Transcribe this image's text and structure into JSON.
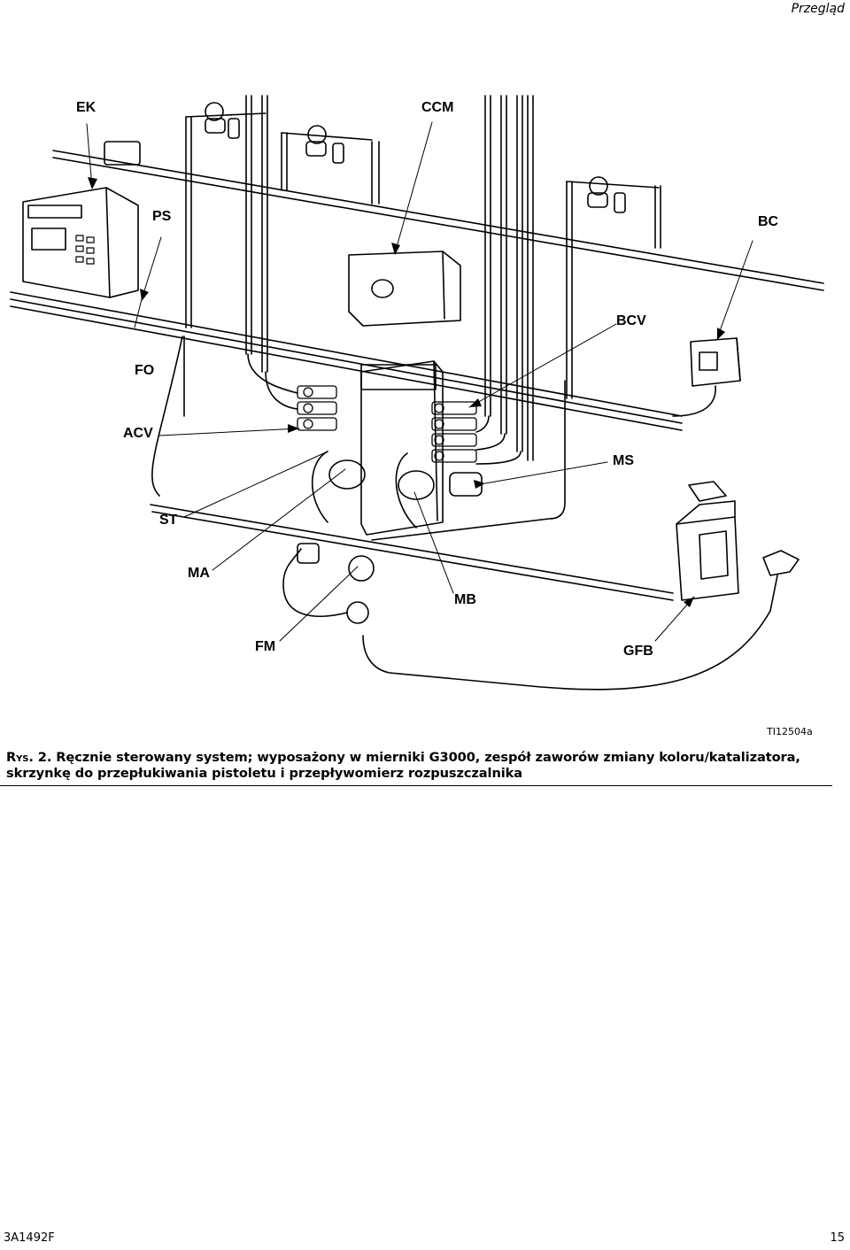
{
  "header": {
    "section_title": "Przegląd"
  },
  "figure": {
    "callouts": {
      "ek": "EK",
      "ccm": "CCM",
      "ps": "PS",
      "bc": "BC",
      "bcv": "BCV",
      "fo": "FO",
      "acv": "ACV",
      "ms": "MS",
      "st": "ST",
      "ma": "MA",
      "mb": "MB",
      "fm": "FM",
      "gfb": "GFB"
    },
    "figure_id": "TI12504a",
    "caption": {
      "prefix": "Rys. 2.",
      "text": "Ręcznie sterowany system; wyposażony w mierniki G3000, zespół zaworów zmiany koloru/katalizatora, skrzynkę do przepłukiwania pistoletu i przepływomierz rozpuszczalnika"
    }
  },
  "footer": {
    "doc_number": "3A1492F",
    "page_number": "15"
  }
}
